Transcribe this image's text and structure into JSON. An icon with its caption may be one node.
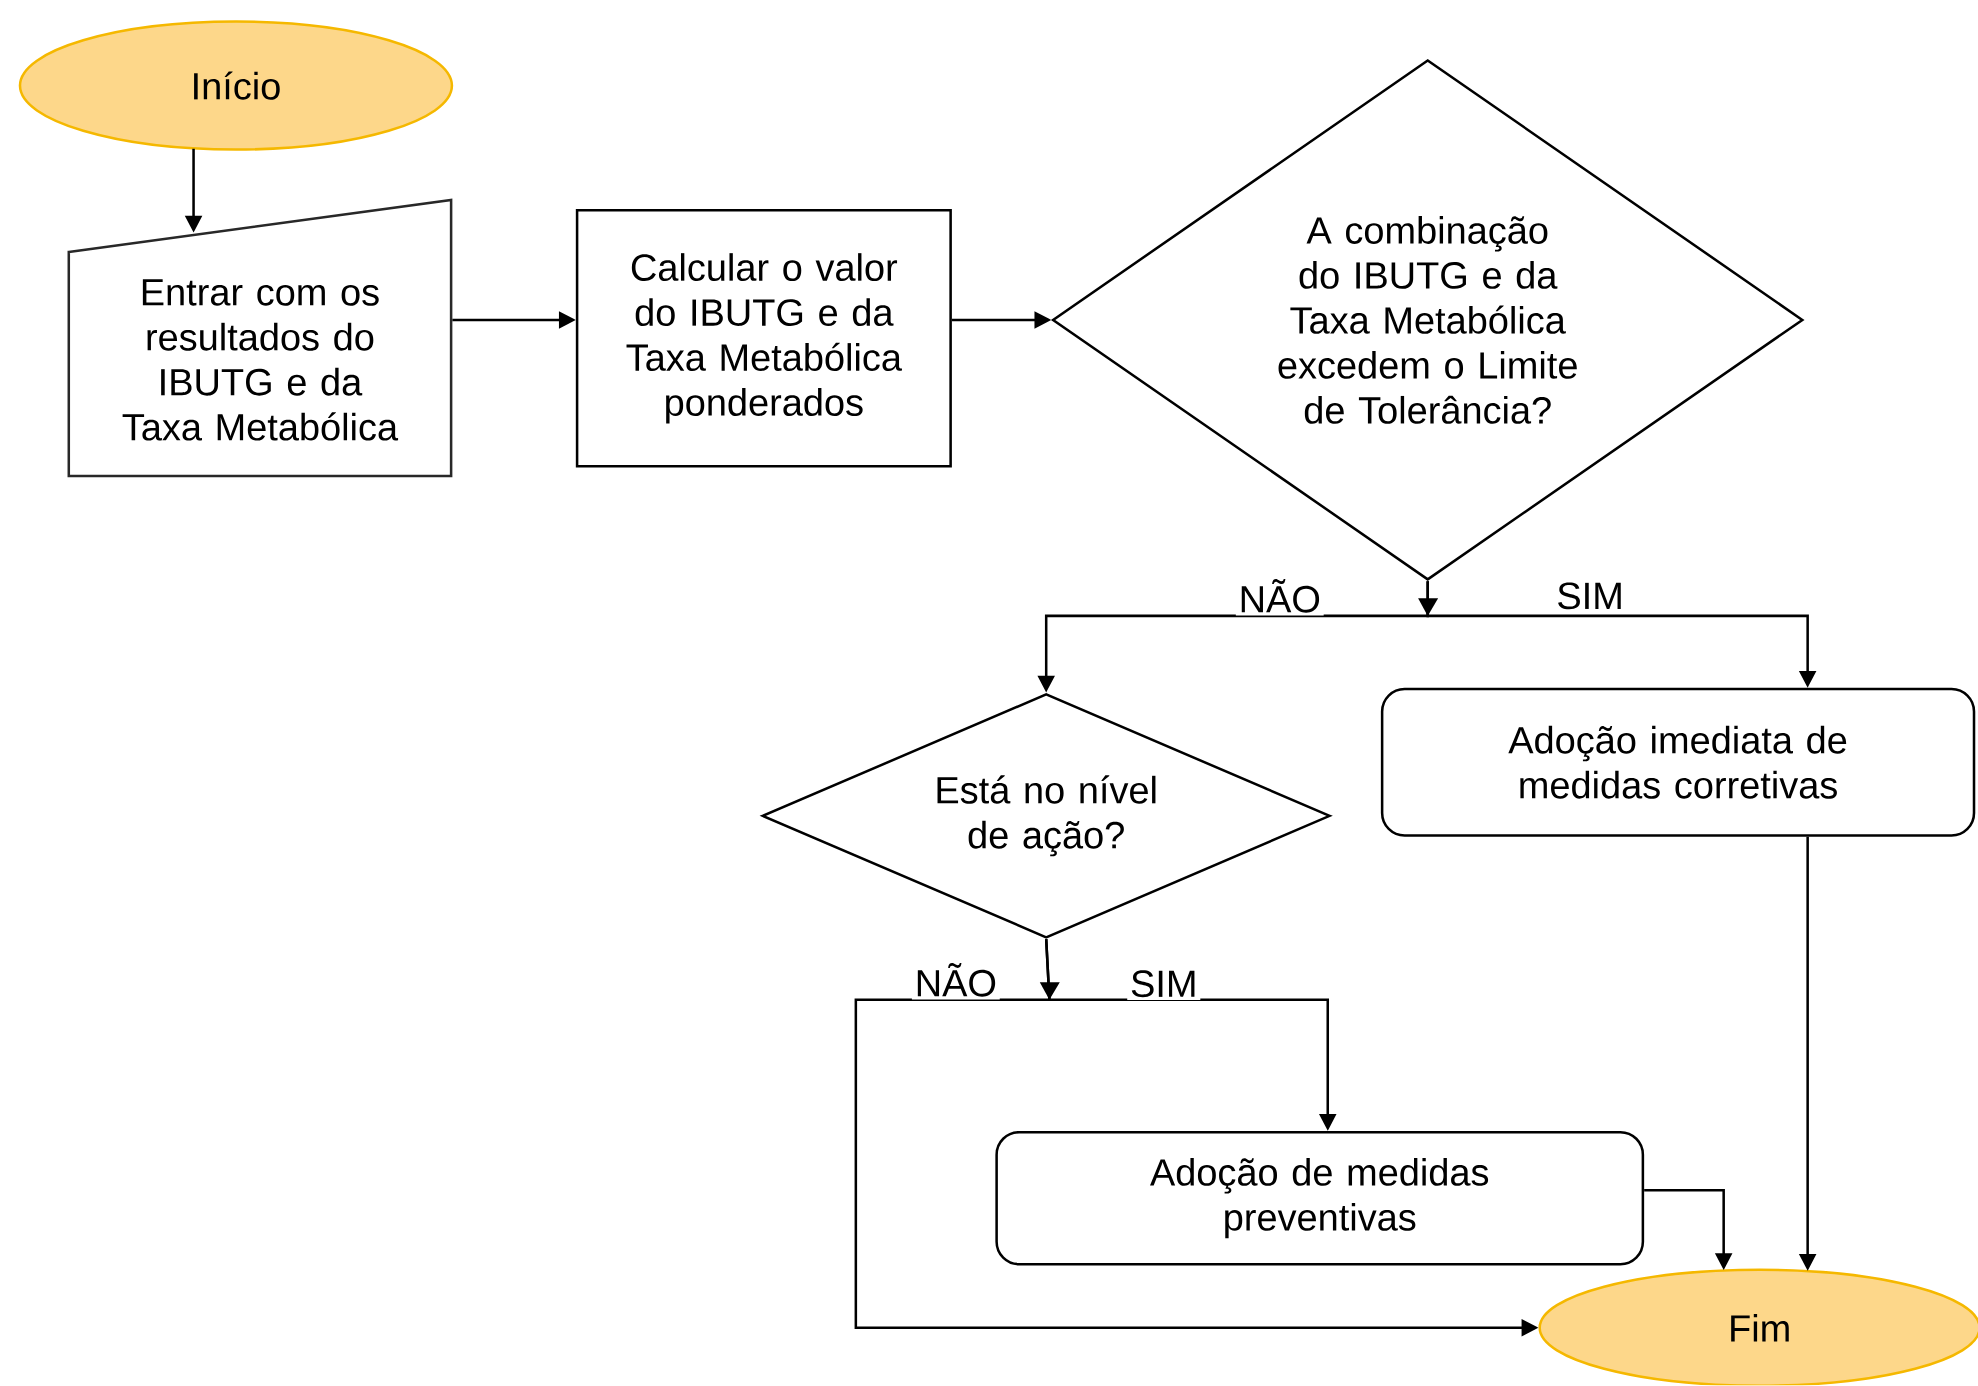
{
  "diagram": {
    "nodes": [
      {
        "text": [
          "Início"
        ]
      },
      {
        "text": [
          "Entrar com os resultados do IBUTG e da Taxa Metabólica"
        ]
      },
      {
        "text": [
          "Calcular o valor do IBUTG e da Taxa Metabólica ponderados"
        ]
      },
      {
        "text": [
          "A combinação do IBUTG e da Taxa Metabólica excedem o Limite de Tolerância?"
        ]
      },
      {
        "text": [
          "Está no nível de ação?"
        ]
      },
      {
        "text": [
          "Adoção imediata de medidas corretivas"
        ]
      },
      {
        "text": [
          "Adoção de medidas preventivas"
        ]
      },
      {
        "text": [
          "Fim"
        ]
      }
    ],
    "edges": [
      {
        "from": 0,
        "to": 1,
        "arrow": "to"
      },
      {
        "from": 1,
        "to": 2,
        "arrow": "to"
      },
      {
        "from": 2,
        "to": 3,
        "arrow": "to"
      },
      {
        "from": 3,
        "to": 4,
        "arrow": "to",
        "label": "NÃO"
      },
      {
        "from": 3,
        "to": 5,
        "arrow": "to",
        "label": "SIM"
      },
      {
        "from": 4,
        "to": 7,
        "arrow": "to",
        "label": "NÃO"
      },
      {
        "from": 4,
        "to": 6,
        "arrow": "to",
        "label": "SIM"
      },
      {
        "from": 6,
        "to": 7,
        "arrow": "to"
      },
      {
        "from": 5,
        "to": 7,
        "arrow": "to"
      }
    ]
  }
}
